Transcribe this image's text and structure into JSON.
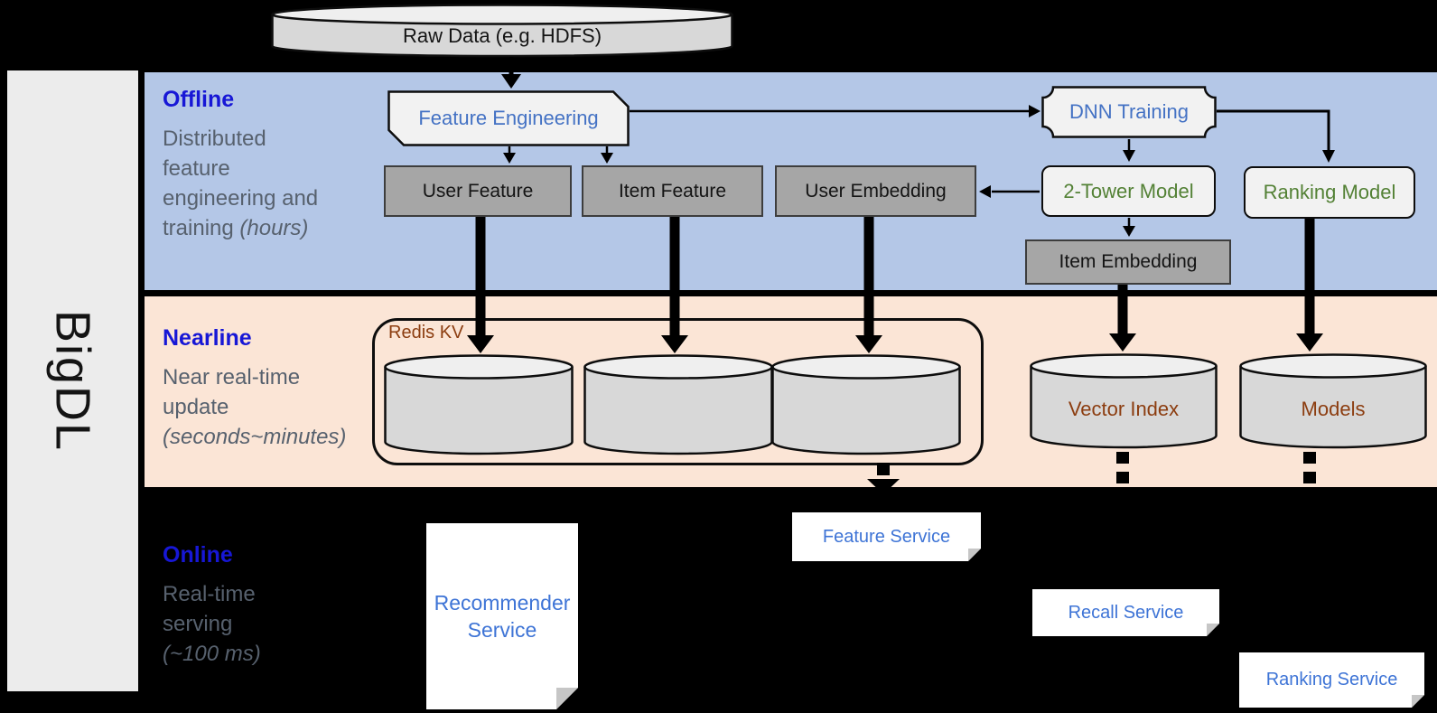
{
  "sidebar": {
    "title": "BigDL"
  },
  "source": {
    "raw_data_label": "Raw Data (e.g. HDFS)"
  },
  "lanes": {
    "offline": {
      "heading": "Offline",
      "lines": [
        "Distributed",
        "feature",
        "engineering and"
      ],
      "tail": "training ",
      "tail_italic": "(hours)"
    },
    "nearline": {
      "heading": "Nearline",
      "lines": [
        "Near real-time",
        "update"
      ],
      "tail": "",
      "tail_italic": "(seconds~minutes)"
    },
    "online": {
      "heading": "Online",
      "lines": [
        "Real-time",
        "serving"
      ],
      "tail": "",
      "tail_italic": "(~100 ms)"
    }
  },
  "nodes": {
    "feature_engineering": "Feature Engineering",
    "dnn_training": "DNN Training",
    "user_feature": "User Feature",
    "item_feature": "Item Feature",
    "user_embedding": "User Embedding",
    "two_tower_model": "2-Tower Model",
    "ranking_model": "Ranking Model",
    "item_embedding": "Item Embedding",
    "redis_kv": "Redis KV",
    "vector_index": "Vector Index",
    "models": "Models"
  },
  "services": {
    "feature_service": "Feature Service",
    "recall_service": "Recall Service",
    "ranking_service": "Ranking Service",
    "recommender_line1": "Recommender",
    "recommender_line2": "Service"
  },
  "colors": {
    "lane_offline_bg": "#b4c7e7",
    "lane_nearline_bg": "#fbe5d6",
    "sidebar_bg": "#ececec",
    "heading_blue": "#1717d6",
    "description_gray": "#57616e",
    "node_blue": "#4472c4",
    "node_green": "#538135",
    "node_brown": "#8c3d10",
    "service_blue": "#3e74d6",
    "gray_box_fill": "#a6a6a6",
    "light_shape_fill": "#f2f2f2",
    "cylinder_fill": "#d8d8d8"
  }
}
